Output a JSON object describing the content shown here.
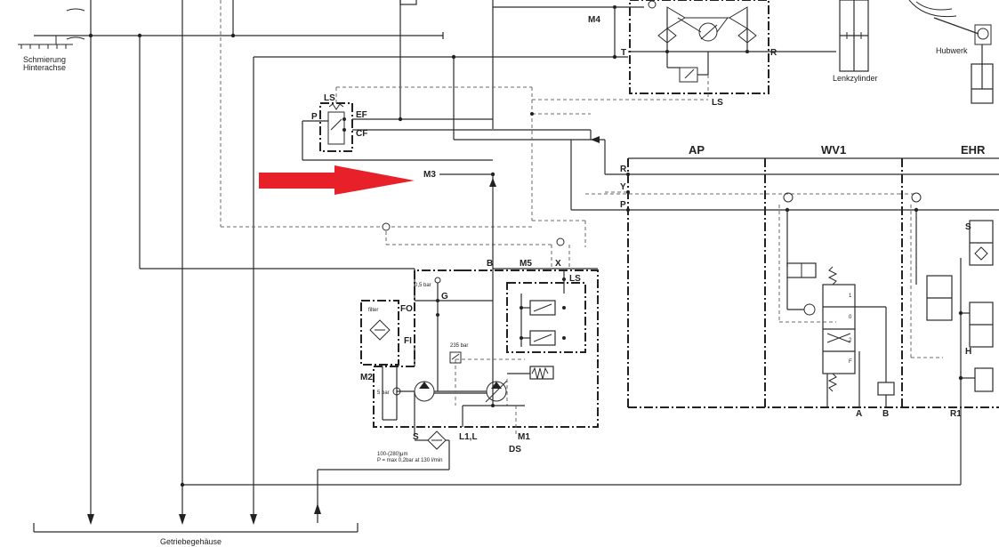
{
  "labels": {
    "schmierung_line1": "Schmierung",
    "schmierung_line2": "Hinterachse",
    "getriebe": "Getriebegehäuse",
    "hubwerk": "Hubwerk",
    "lenkzylinder": "Lenkzylinder",
    "m4": "M4",
    "t_port": "T",
    "r_port_top": "R",
    "ls_steer": "LS",
    "ls_prio": "LS",
    "p_prio": "P",
    "ef": "EF",
    "cf": "CF",
    "m3": "M3",
    "section_ap": "AP",
    "section_wv1": "WV1",
    "section_ehr": "EHR",
    "r_inlet": "R",
    "y_inlet": "Y",
    "p_inlet": "P",
    "b_pump": "B",
    "m5": "M5",
    "x_pump": "X",
    "ls_pump": "LS",
    "g_pump": "G",
    "fo": "FO",
    "fi": "FI",
    "filter": "filter",
    "m2": "M2",
    "s_suction": "S",
    "l1l": "L1,L",
    "m1": "M1",
    "ds": "DS",
    "bar_05": "0,5 bar",
    "bar_235": "235 bar",
    "bar_5": "5 bar",
    "filter_spec1": "100-(280)μm",
    "filter_spec2": "P = max 0,2bar at 130 l/min",
    "wv1_a": "A",
    "wv1_b": "B",
    "r1": "R1",
    "spool_1": "1",
    "spool_0": "0",
    "spool_2": "2",
    "spool_f": "F",
    "ehr_s": "S",
    "ehr_h": "H"
  },
  "colors": {
    "arrow": "#e8202a",
    "line": "#2a2a2a",
    "pilot": "#6a6a6a"
  }
}
